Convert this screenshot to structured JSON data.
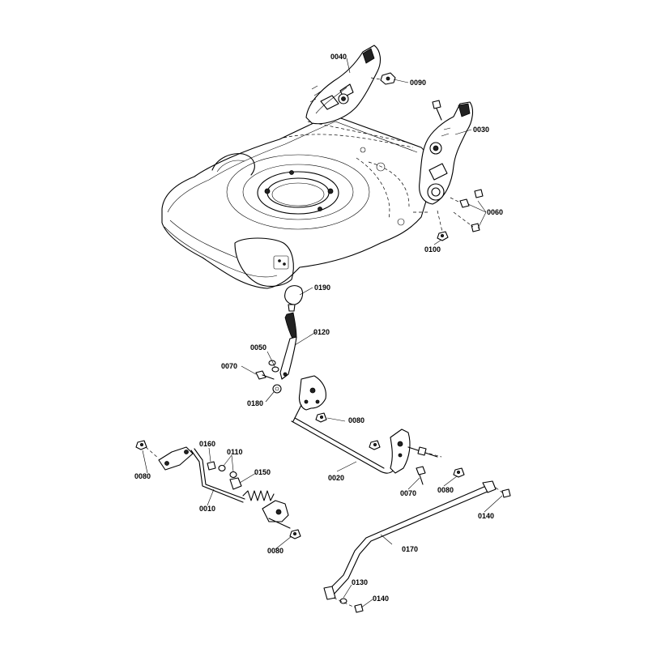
{
  "parts": [
    {
      "id": "p0040",
      "label": "0040"
    },
    {
      "id": "p0090",
      "label": "0090"
    },
    {
      "id": "p0030",
      "label": "0030"
    },
    {
      "id": "p0060",
      "label": "0060"
    },
    {
      "id": "p0100",
      "label": "0100"
    },
    {
      "id": "p0190",
      "label": "0190"
    },
    {
      "id": "p0120",
      "label": "0120"
    },
    {
      "id": "p0050",
      "label": "0050"
    },
    {
      "id": "p0070a",
      "label": "0070"
    },
    {
      "id": "p0180",
      "label": "0180"
    },
    {
      "id": "p0080a",
      "label": "0080"
    },
    {
      "id": "p0160",
      "label": "0160"
    },
    {
      "id": "p0110",
      "label": "0110"
    },
    {
      "id": "p0150",
      "label": "0150"
    },
    {
      "id": "p0080b",
      "label": "0080"
    },
    {
      "id": "p0010",
      "label": "0010"
    },
    {
      "id": "p0020",
      "label": "0020"
    },
    {
      "id": "p0070b",
      "label": "0070"
    },
    {
      "id": "p0080c",
      "label": "0080"
    },
    {
      "id": "p0080d",
      "label": "0080"
    },
    {
      "id": "p0140a",
      "label": "0140"
    },
    {
      "id": "p0170",
      "label": "0170"
    },
    {
      "id": "p0130",
      "label": "0130"
    },
    {
      "id": "p0140b",
      "label": "0140"
    }
  ]
}
